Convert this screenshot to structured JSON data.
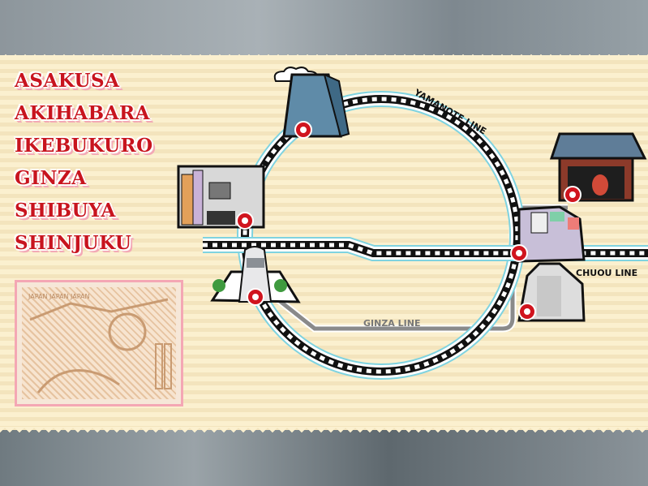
{
  "menu": {
    "items": [
      {
        "label": "ASAKUSA"
      },
      {
        "label": "AKIHABARA"
      },
      {
        "label": "IKEBUKURO"
      },
      {
        "label": "GINZA"
      },
      {
        "label": "SHIBUYA"
      },
      {
        "label": "SHINJUKU"
      }
    ]
  },
  "map": {
    "lines": {
      "yamanote": "YAMANOTE LINE",
      "chuou": "CHUOU LINE",
      "ginza": "GINZA LINE"
    },
    "colors": {
      "station": "#d0141e",
      "ginza_line": "#8a8a8a",
      "outline": "#7fd3e0"
    }
  },
  "stamp": {
    "text": "JAPAN JAPAN JAPAN"
  }
}
